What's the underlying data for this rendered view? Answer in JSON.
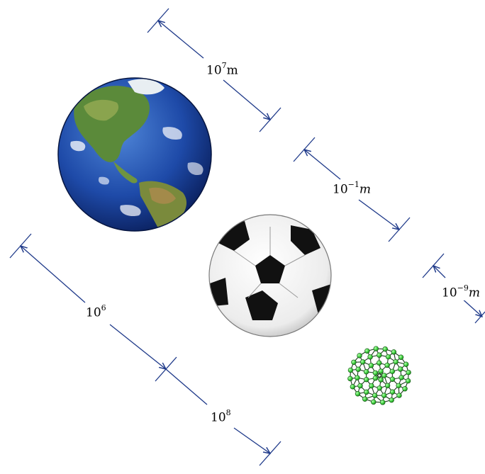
{
  "scene": {
    "objects": [
      {
        "id": "earth",
        "name": "earth-image"
      },
      {
        "id": "ball",
        "name": "soccer-ball-image"
      },
      {
        "id": "molecule",
        "name": "fullerene-molecule-image"
      }
    ],
    "dimension_lines": [
      {
        "id": "earth-size",
        "mantissa": "10",
        "exponent": "7",
        "unit": "m",
        "unit_italic": false
      },
      {
        "id": "ball-size",
        "mantissa": "10",
        "exponent": "−1",
        "unit": "m",
        "unit_italic": true
      },
      {
        "id": "molecule-size",
        "mantissa": "10",
        "exponent": "−9",
        "unit": "m",
        "unit_italic": true
      },
      {
        "id": "ratio-upper",
        "mantissa": "10",
        "exponent": "6",
        "unit": "",
        "unit_italic": false
      },
      {
        "id": "ratio-lower",
        "mantissa": "10",
        "exponent": "8",
        "unit": "",
        "unit_italic": false
      }
    ],
    "colors": {
      "dimension_line": "#1f3a8a",
      "ocean": "#1e4aa8",
      "land": "#5b8a3a",
      "ball_black": "#111111",
      "molecule_green": "#3ecf3e"
    }
  }
}
